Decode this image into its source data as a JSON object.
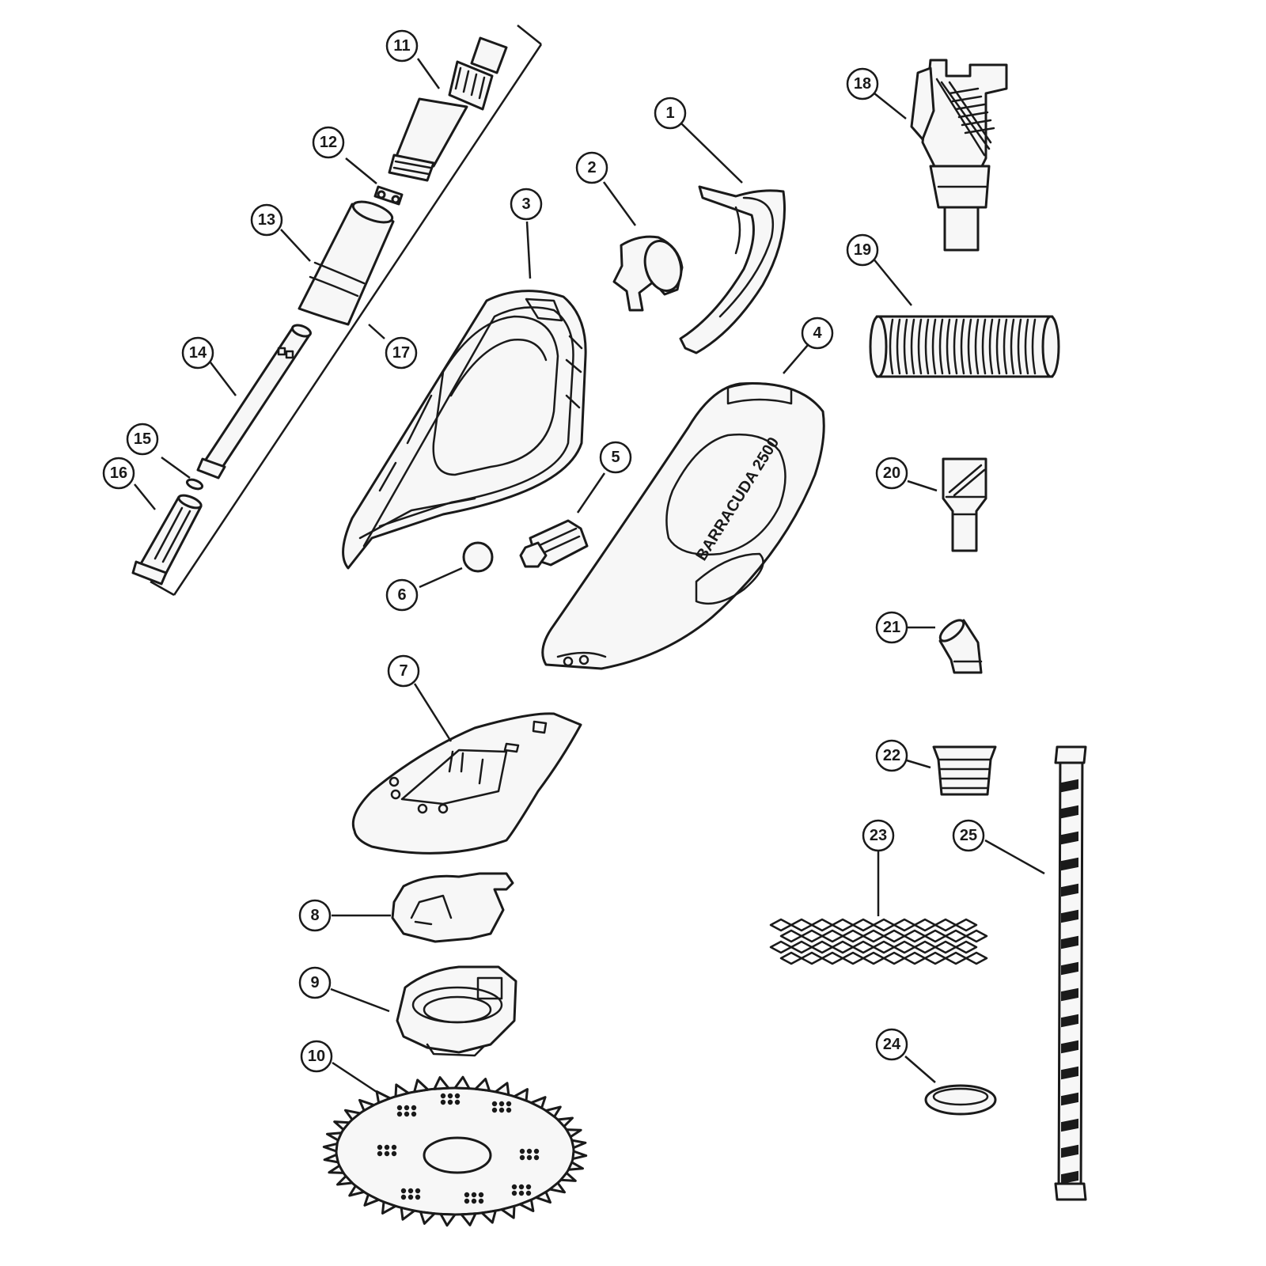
{
  "diagram": {
    "brand_text": "BARRACUDA 2500",
    "callouts": [
      "1",
      "2",
      "3",
      "4",
      "5",
      "6",
      "7",
      "8",
      "9",
      "10",
      "11",
      "12",
      "13",
      "14",
      "15",
      "16",
      "17",
      "18",
      "19",
      "20",
      "21",
      "22",
      "23",
      "24",
      "25"
    ],
    "colors": {
      "line": "#1a1a1a",
      "fill": "#f7f7f7",
      "background": "#ffffff"
    }
  }
}
